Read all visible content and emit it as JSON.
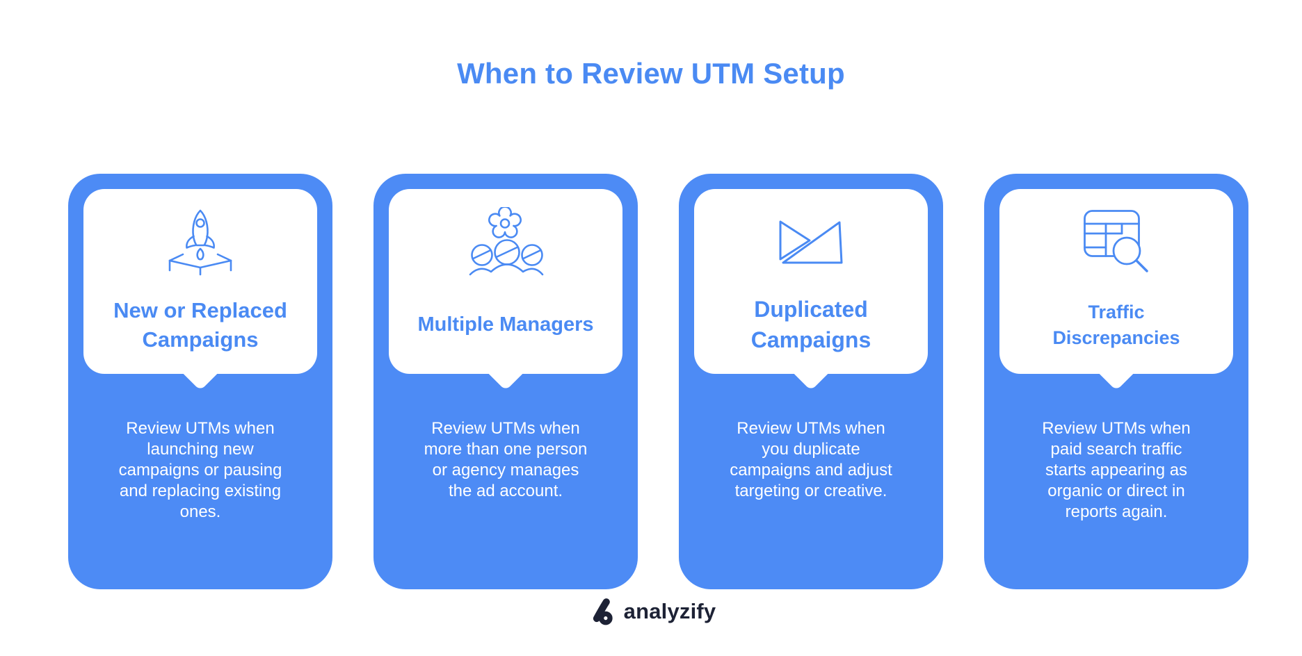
{
  "title": "When to Review UTM Setup",
  "colors": {
    "card_blue": "#4d8bf5",
    "accent_blue": "#4a8af3",
    "body_text_white": "#ffffff",
    "logo_navy": "#1d2235",
    "background": "#ffffff"
  },
  "cards": [
    {
      "icon": "rocket-launch-icon",
      "heading": "New or Replaced Campaigns",
      "description": "Review UTMs when launching new campaigns or pausing and replacing existing ones."
    },
    {
      "icon": "team-gear-icon",
      "heading": "Multiple Managers",
      "description": "Review UTMs when more than one person or agency manages the ad account."
    },
    {
      "icon": "duplicate-triangles-icon",
      "heading": "Duplicated Campaigns",
      "description": "Review UTMs when you duplicate campaigns and adjust targeting or creative."
    },
    {
      "icon": "table-search-icon",
      "heading": "Traffic Discrepancies",
      "description": "Review UTMs when paid search traffic starts appearing as organic or direct in reports again."
    }
  ],
  "footer": {
    "brand": "analyzify"
  }
}
